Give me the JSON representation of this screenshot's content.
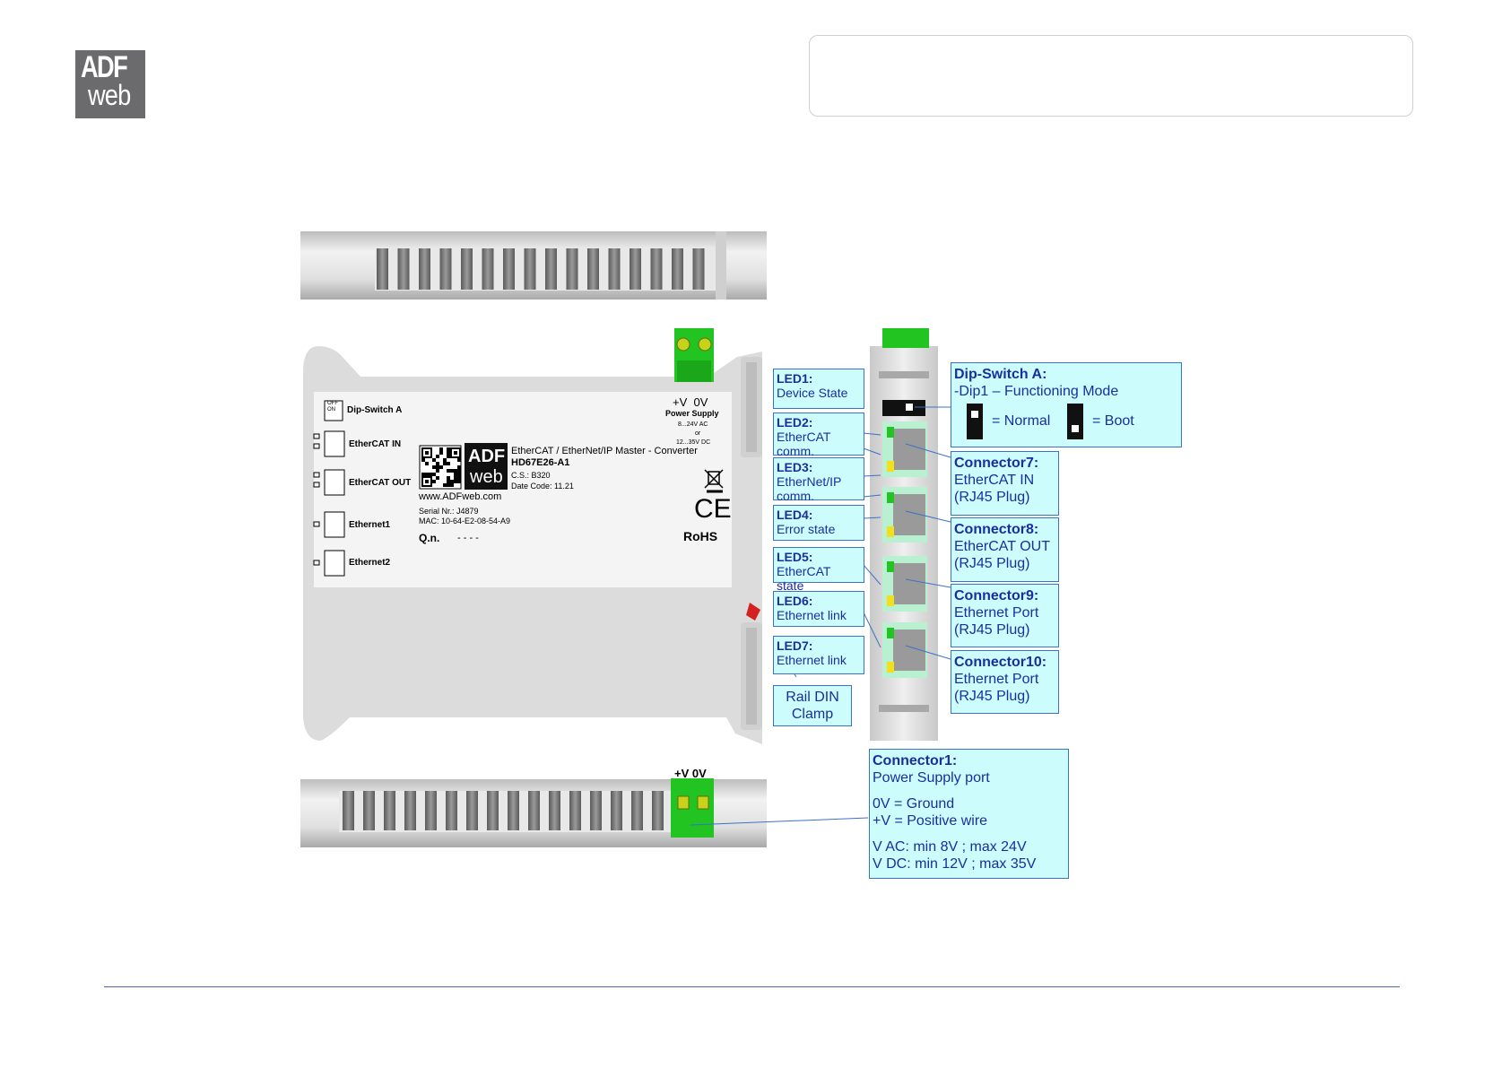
{
  "logo": {
    "line1": "ADF",
    "line2": "web"
  },
  "device": {
    "dip_switch_label": "Dip-Switch A",
    "dip_off_on": [
      "OFF",
      "ON"
    ],
    "ports": [
      "EtherCAT IN",
      "EtherCAT OUT",
      "Ethernet1",
      "Ethernet2"
    ],
    "power_pins": "+V  0V",
    "power_title": "Power Supply",
    "power_ac": "8...24V AC",
    "power_or": "or",
    "power_dc": "12...35V DC",
    "description": "EtherCAT / EtherNet/IP Master - Converter",
    "model": "HD67E26-A1",
    "cs": "C.S.: B320",
    "date_code": "Date Code: 11.21",
    "website": "www.ADFweb.com",
    "serial": "Serial Nr.: J4879",
    "mac": "MAC: 10-64-E2-08-54-A9",
    "qn_label": "Q.n.",
    "qn_value": "- - - -",
    "ce": "CE",
    "rohs": "RoHS"
  },
  "bottom_pins": "+V 0V",
  "callouts": {
    "led1": {
      "title": "LED1:",
      "lines": [
        "Device State"
      ]
    },
    "led2": {
      "title": "LED2:",
      "lines": [
        "EtherCAT",
        "comm."
      ]
    },
    "led3": {
      "title": "LED3:",
      "lines": [
        "EtherNet/IP",
        "comm."
      ]
    },
    "led4": {
      "title": "LED4:",
      "lines": [
        "Error state"
      ]
    },
    "led5": {
      "title": "LED5:",
      "lines": [
        "EtherCAT state"
      ]
    },
    "led6": {
      "title": "LED6:",
      "lines": [
        "Ethernet link"
      ]
    },
    "led7": {
      "title": "LED7:",
      "lines": [
        "Ethernet link"
      ]
    },
    "rail": {
      "lines": [
        "Rail DIN",
        "Clamp"
      ]
    },
    "dip": {
      "title": "Dip-Switch A:",
      "line": "-Dip1 – Functioning Mode",
      "normal": "= Normal",
      "boot": "= Boot"
    },
    "conn7": {
      "title": "Connector7:",
      "lines": [
        "EtherCAT IN",
        "(RJ45 Plug)"
      ]
    },
    "conn8": {
      "title": "Connector8:",
      "lines": [
        "EtherCAT OUT",
        "(RJ45 Plug)"
      ]
    },
    "conn9": {
      "title": "Connector9:",
      "lines": [
        "Ethernet Port",
        "(RJ45 Plug)"
      ]
    },
    "conn10": {
      "title": "Connector10:",
      "lines": [
        "Ethernet Port",
        "(RJ45 Plug)"
      ]
    },
    "conn1": {
      "title": "Connector1:",
      "lines": [
        "Power Supply port",
        "0V = Ground",
        "+V = Positive wire",
        "V AC: min 8V ; max 24V",
        "V DC: min 12V ; max 35V"
      ]
    }
  },
  "colors": {
    "callout_fill": "#ccfcfc",
    "callout_border": "#3b72c8",
    "callout_text": "#1b2ea0",
    "connector_green": "#22c422",
    "housing_grey": "#d8d8d8"
  }
}
